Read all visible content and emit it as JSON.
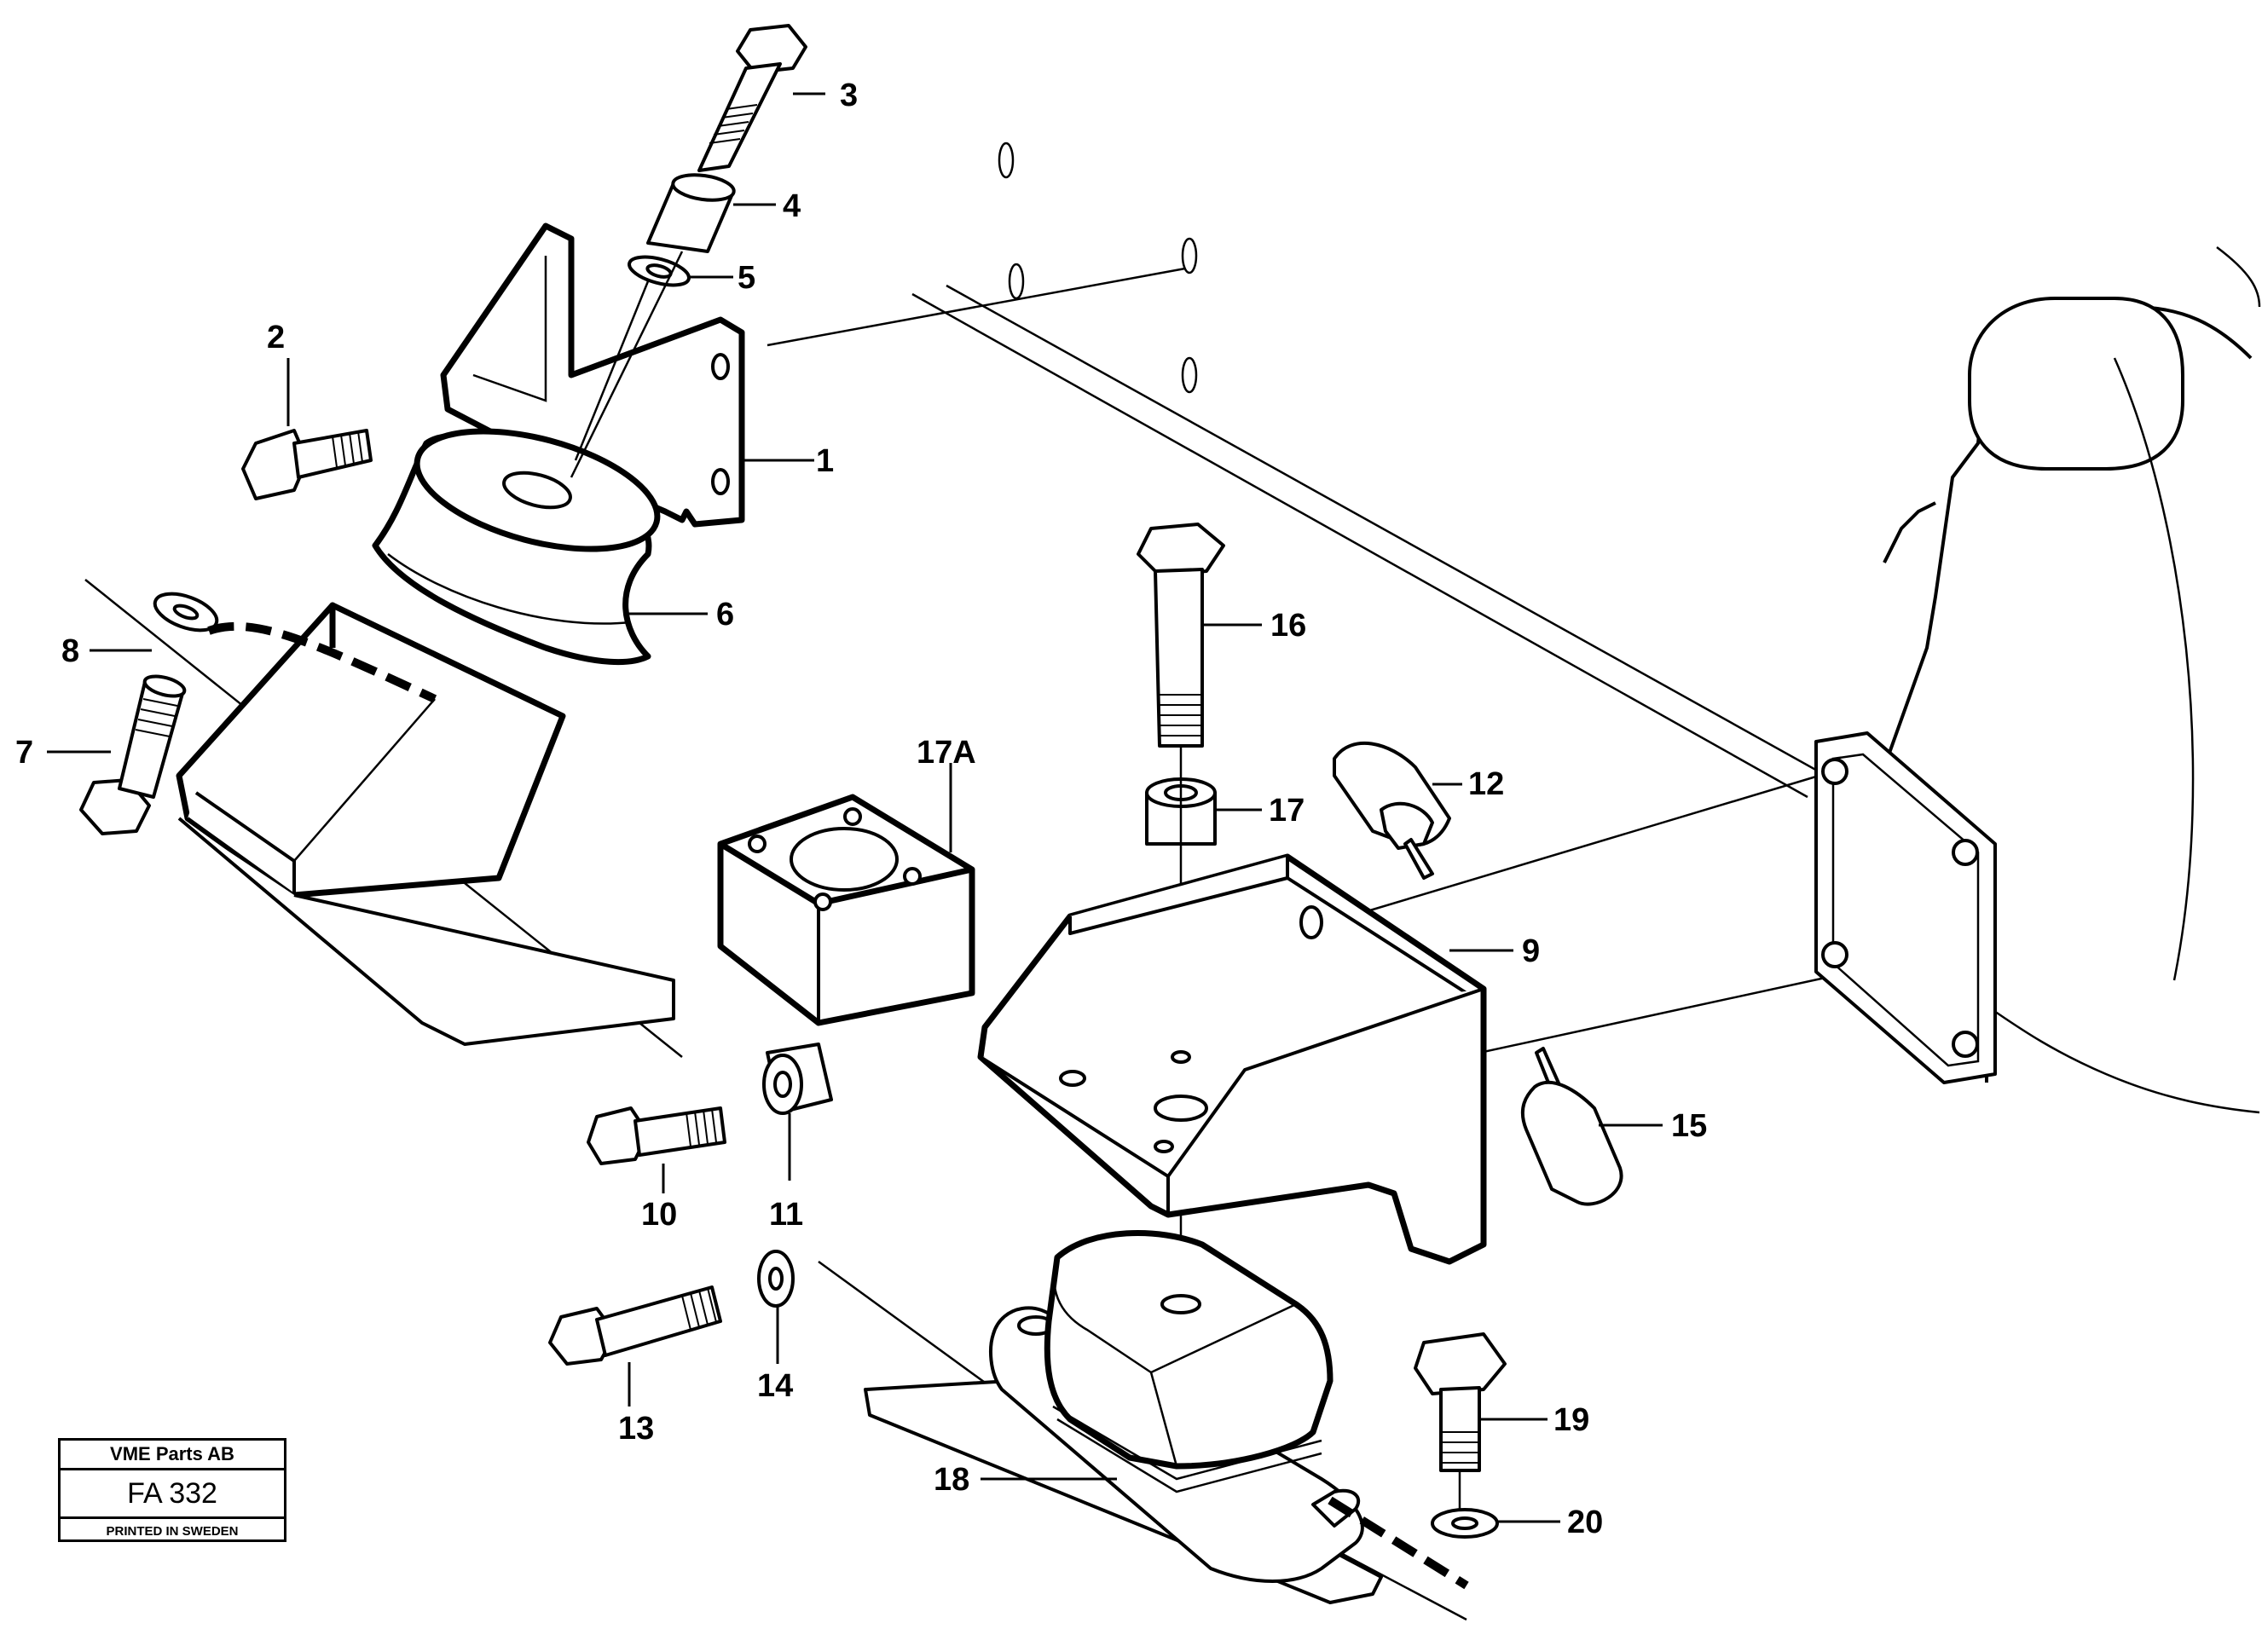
{
  "callouts": {
    "c1": "1",
    "c2": "2",
    "c3": "3",
    "c4": "4",
    "c5": "5",
    "c6": "6",
    "c7": "7",
    "c8": "8",
    "c9": "9",
    "c10": "10",
    "c11": "11",
    "c12": "12",
    "c13": "13",
    "c14": "14",
    "c15": "15",
    "c16": "16",
    "c17": "17",
    "c17a": "17A",
    "c18": "18",
    "c19": "19",
    "c20": "20"
  },
  "info_box": {
    "company": "VME Parts AB",
    "figure_code": "FA 332",
    "printed": "PRINTED IN SWEDEN"
  }
}
